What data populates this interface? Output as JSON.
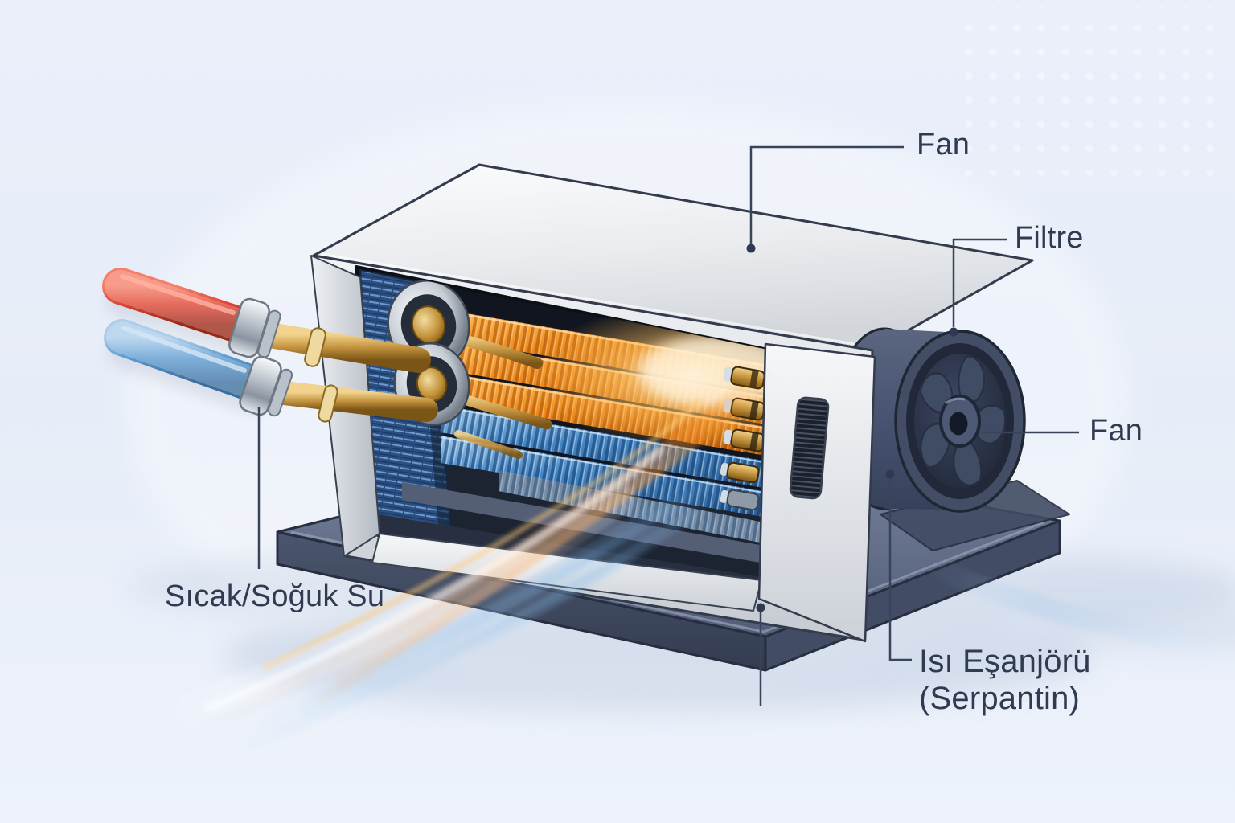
{
  "diagram": {
    "subject": "Fan coil ünitesi kesit şeması",
    "annotations": [
      {
        "id": "fan-top",
        "label": "Fan",
        "target": "housing-top-panel"
      },
      {
        "id": "filtre",
        "label": "Filtre",
        "target": "fan-housing-rim"
      },
      {
        "id": "fan-side",
        "label": "Fan",
        "target": "fan-blade"
      },
      {
        "id": "su",
        "label": "Sıcak/Soğuk Su",
        "target": "water-supply-pipes"
      },
      {
        "id": "isi-esanjoru",
        "label": "Isı Eşanjörü",
        "label_sub": "(Serpantin)",
        "target": "fan-housing-drum"
      },
      {
        "id": "base",
        "label": "",
        "target": "base-plate"
      }
    ],
    "parts": [
      {
        "name": "housing",
        "description": "beyaz dış gövde"
      },
      {
        "name": "hot-coil",
        "description": "turuncu sıcak serpantin boruları"
      },
      {
        "name": "cold-coil",
        "description": "mavi soğuk serpantin boruları"
      },
      {
        "name": "filter-mesh",
        "description": "mavi filtre paneli"
      },
      {
        "name": "fan",
        "description": "eksenel fan"
      },
      {
        "name": "hot-pipe",
        "description": "kırmızı izoleli su borusu"
      },
      {
        "name": "cold-pipe",
        "description": "mavi izoleli su borusu"
      },
      {
        "name": "base-plate",
        "description": "koyu gri taban plakası"
      },
      {
        "name": "airflow",
        "description": "sıcak/soğuk hava akış çizgileri"
      }
    ],
    "colors": {
      "background": "#e9eef9",
      "label_text": "#303a50",
      "leader_line": "#39445a",
      "housing": "#e9ebef",
      "base_plate": "#5c667e",
      "fan": "#3e4960",
      "hot_coil": "#ef8c1f",
      "cold_coil": "#4487c6",
      "hot_pipe": "#e04532",
      "cold_pipe": "#5b9ad0",
      "brass": "#c49440",
      "glow": "#ffe9c2"
    }
  }
}
